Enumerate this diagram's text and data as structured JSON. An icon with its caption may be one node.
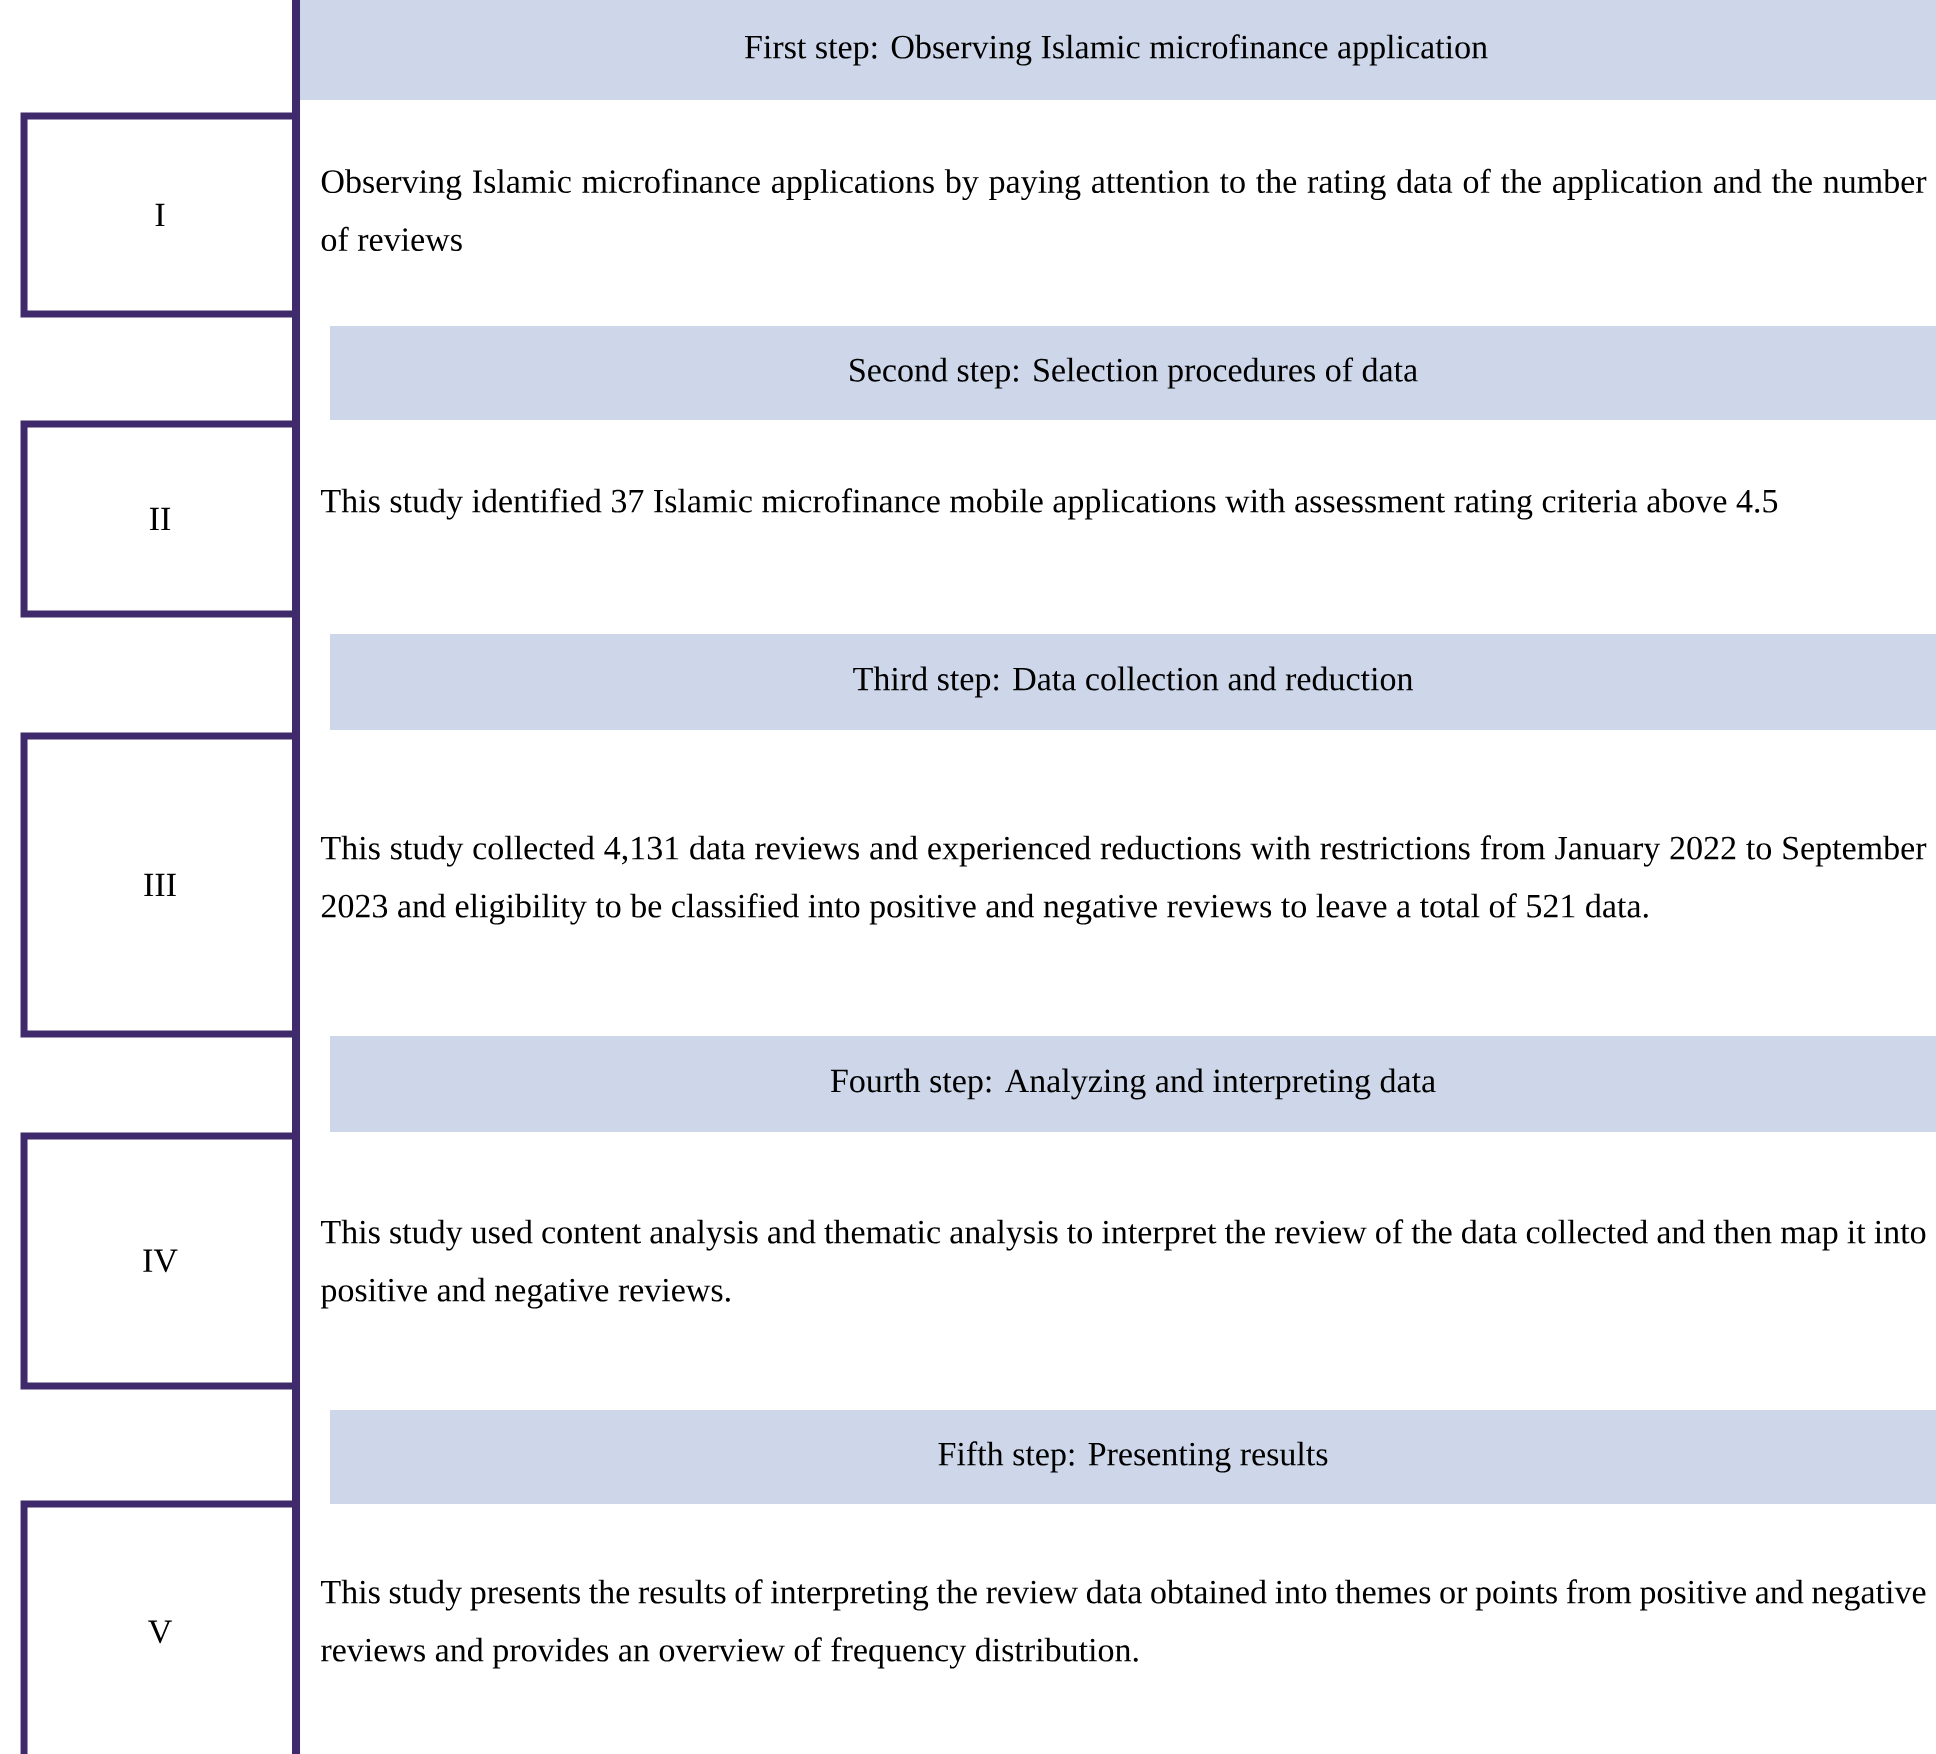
{
  "diagram": {
    "nodes": [
      {
        "text": [
          "First step: Observing Islamic microfinance application"
        ]
      },
      {
        "text": [
          "I"
        ],
        "beside": [
          "Observing Islamic microfinance applications by paying attention to the rating data of the application and the number of reviews"
        ]
      },
      {
        "text": [
          "Second step: Selection procedures of data"
        ]
      },
      {
        "text": [
          "II"
        ],
        "beside": [
          "This study identified 37 Islamic microfinance mobile applications with assessment rating criteria above 4.5"
        ]
      },
      {
        "text": [
          "Third step: Data collection and reduction"
        ]
      },
      {
        "text": [
          "III"
        ],
        "beside": [
          "This study collected 4,131 data reviews and experienced reductions with restrictions from January 2022 to September 2023 and eligibility to be classified into positive and negative reviews to leave a total of 521 data."
        ]
      },
      {
        "text": [
          "Fourth step: Analyzing and interpreting data"
        ]
      },
      {
        "text": [
          "IV"
        ],
        "beside": [
          "This study used content analysis and thematic analysis to interpret the review of the data collected and then map it into positive and negative reviews."
        ]
      },
      {
        "text": [
          "Fifth step: Presenting results"
        ]
      },
      {
        "text": [
          "V"
        ],
        "beside": [
          "This study presents the results of interpreting the review data obtained into themes or points from positive and negative reviews and provides an overview of frequency distribution."
        ]
      }
    ]
  }
}
